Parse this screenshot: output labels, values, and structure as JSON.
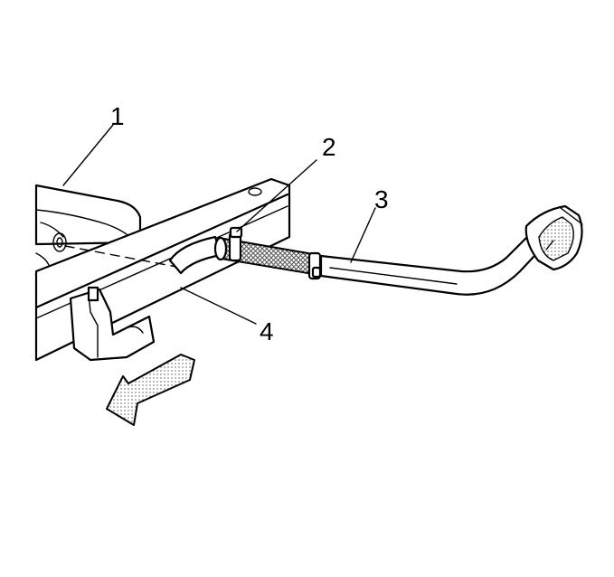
{
  "callouts": [
    {
      "id": "1",
      "label": "1"
    },
    {
      "id": "2",
      "label": "2"
    },
    {
      "id": "3",
      "label": "3"
    },
    {
      "id": "4",
      "label": "4"
    }
  ],
  "colors": {
    "ink": "#000000",
    "background": "#ffffff",
    "hose_mesh": "#555555"
  }
}
